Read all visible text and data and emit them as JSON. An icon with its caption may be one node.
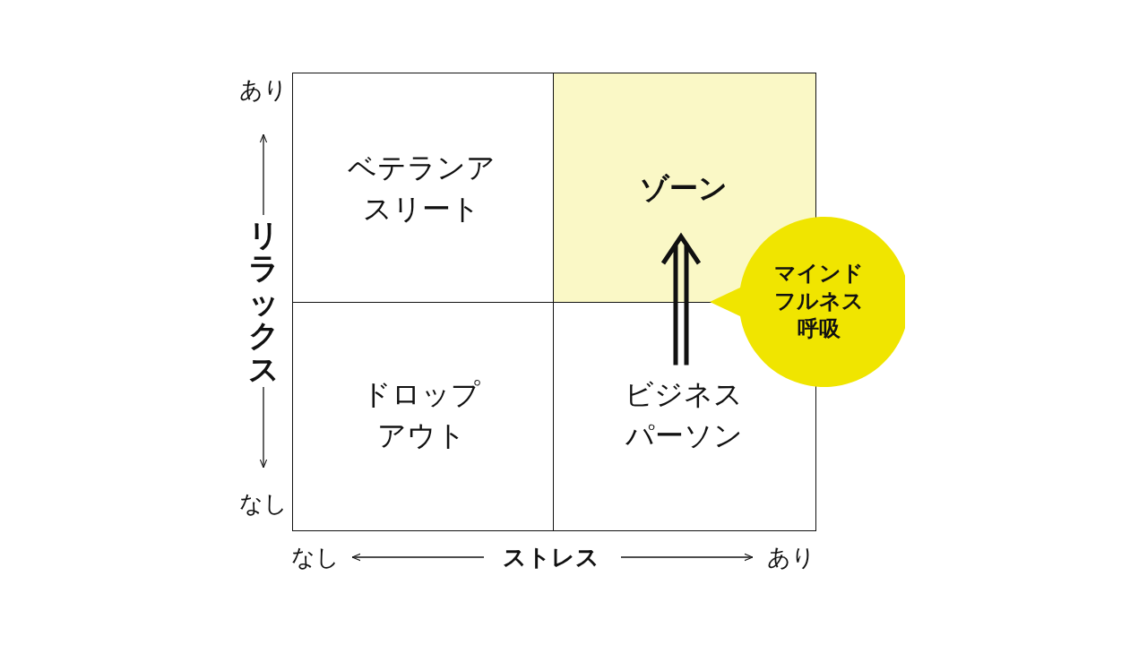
{
  "diagram": {
    "nodes": [
      {
        "text": [
          "ベテランアスリート"
        ]
      },
      {
        "text": [
          "ゾーン"
        ]
      },
      {
        "text": [
          "ドロップアウト"
        ]
      },
      {
        "text": [
          "ビジネスパーソン"
        ]
      },
      {
        "text": [
          "マインドフルネス呼吸"
        ]
      }
    ],
    "edges": [
      {
        "from": 3,
        "to": 1,
        "arrow": "to"
      }
    ],
    "labels": [
      "あり",
      "リラックス",
      "なし",
      "なし",
      "ストレス",
      "あり"
    ]
  }
}
